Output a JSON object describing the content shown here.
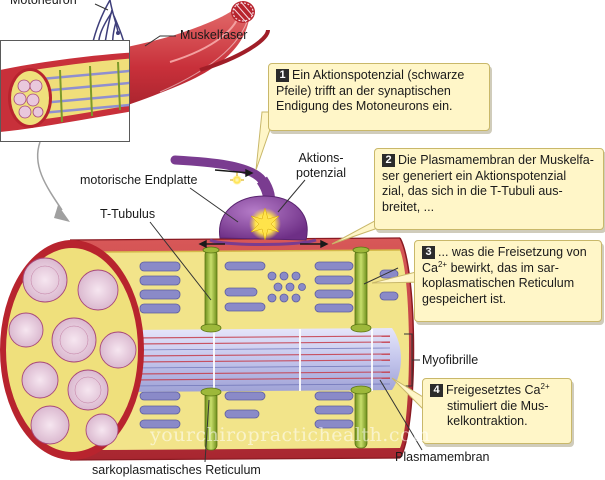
{
  "labels": {
    "motoneuron": "Motoneuron",
    "muskelfaser": "Muskelfaser",
    "aktionspotenzial_1": "Aktions-",
    "aktionspotenzial_2": "potenzial",
    "motorische_endplatte": "motorische Endplatte",
    "t_tubulus": "T-Tubulus",
    "myofibrille": "Myofibrille",
    "plasmamembran": "Plasmamembran",
    "sarkoplasmatisches_reticulum": "sarkoplasmatisches Reticulum"
  },
  "callouts": [
    {
      "number": "1",
      "lines": [
        "Ein Aktionspotenzial (schwarze",
        "Pfeile) trifft an der synaptischen",
        "Endigung des Motoneurons ein."
      ]
    },
    {
      "number": "2",
      "lines": [
        "Die Plasmamembran der Muskelfa-",
        "ser generiert ein Aktionspotenzial",
        "zial, das sich in die T-Tubuli aus-",
        "breitet, ..."
      ]
    },
    {
      "number": "3",
      "lines": [
        "... was die Freisetzung von",
        "bewirkt, das im sar-",
        "koplasmatischen Reticulum",
        "gespeichert ist."
      ],
      "ion": "Ca",
      "ion_charge": "2+"
    },
    {
      "number": "4",
      "lines": [
        "Freigesetztes",
        "stimuliert die Mus-",
        "kelkontraktion."
      ],
      "ion": "Ca",
      "ion_charge": "2+"
    }
  ],
  "watermark": "yourchiropractichealth.com",
  "colors": {
    "callout_bg": "#fff6c8",
    "reticulum": "#f2e48a",
    "membrane_red": "#c8303a",
    "neuron_purple": "#8a4aa0",
    "t_tubule_green": "#9db83a",
    "myofibril_blue": "#c7c9ee"
  }
}
